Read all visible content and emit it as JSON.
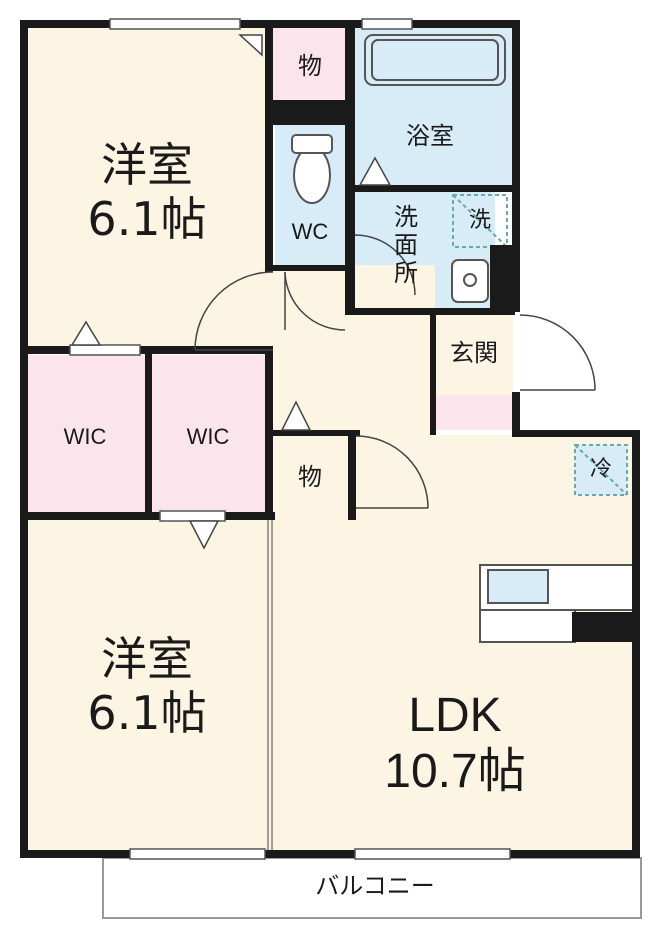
{
  "rooms": {
    "western_top": {
      "name": "洋室",
      "size": "6.1帖"
    },
    "western_bottom": {
      "name": "洋室",
      "size": "6.1帖"
    },
    "ldk": {
      "name": "LDK",
      "size": "10.7帖"
    },
    "storage_top": "物",
    "storage_mid": "物",
    "bath": "浴室",
    "wc": "WC",
    "washroom_chars": [
      "洗",
      "面",
      "所"
    ],
    "washer_mark": "洗",
    "entrance": "玄関",
    "wic_left": "WIC",
    "wic_right": "WIC",
    "fridge_mark": "冷",
    "balcony": "バルコニー"
  },
  "colors": {
    "wall": "#1a1a1a",
    "floor_room": "#fdf5e4",
    "floor_closet": "#fbe4ec",
    "floor_wet": "#d7ecf7",
    "window": "#ffffff"
  }
}
